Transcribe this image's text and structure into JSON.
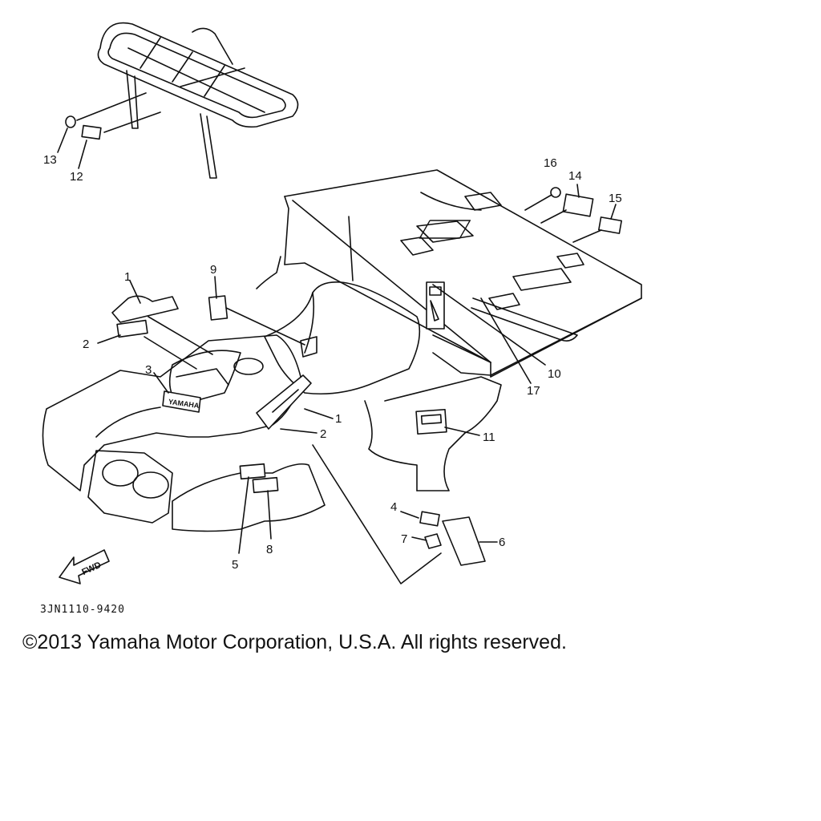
{
  "diagram": {
    "callouts": [
      "1",
      "2",
      "3",
      "1",
      "2",
      "4",
      "5",
      "6",
      "7",
      "8",
      "9",
      "10",
      "11",
      "12",
      "13",
      "14",
      "15",
      "16",
      "17"
    ],
    "fwd_label": "FWD",
    "emblem_text": "YAMAHA"
  },
  "footer": {
    "figure_code": "3JN1110-9420",
    "copyright": "©2013 Yamaha Motor Corporation, U.S.A. All rights reserved."
  }
}
